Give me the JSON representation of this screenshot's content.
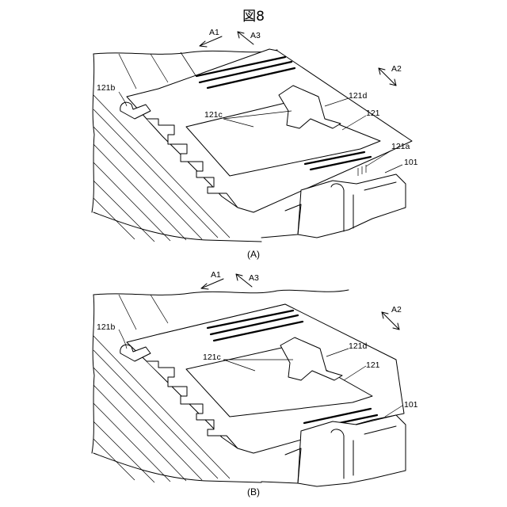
{
  "figure_title": "図8",
  "panels": [
    {
      "caption": "(A)",
      "labels": {
        "a1": "A1",
        "a3": "A3",
        "a2": "A2",
        "l121b": "121b",
        "l121c": "121c",
        "l121d": "121d",
        "l121": "121",
        "l121a": "121a",
        "l101": "101"
      }
    },
    {
      "caption": "(B)",
      "labels": {
        "a1": "A1",
        "a3": "A3",
        "a2": "A2",
        "l121b": "121b",
        "l121c": "121c",
        "l121d": "121d",
        "l121": "121",
        "l101": "101"
      }
    }
  ]
}
